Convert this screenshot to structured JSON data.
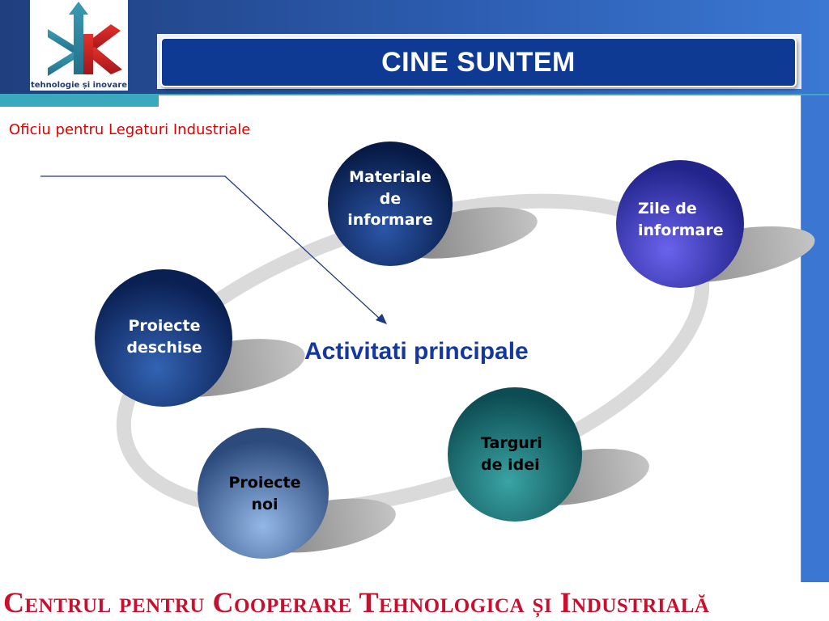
{
  "logo": {
    "caption": "tehnologie și inovare"
  },
  "slide": {
    "title": "CINE SUNTEM",
    "subtitle": "Oficiu pentru Legaturi Industriale",
    "center_label": "Activitati principale",
    "footer": "Centrul pentru Cooperare Tehnologica și Industrială"
  },
  "diagram": {
    "nodes": [
      {
        "id": "materiale",
        "line1": "Materiale",
        "line2": "de",
        "line3": "informare"
      },
      {
        "id": "zile",
        "line1": "Zile de",
        "line2": "informare"
      },
      {
        "id": "proiecte-deschise",
        "line1": "Proiecte",
        "line2": "deschise"
      },
      {
        "id": "targuri",
        "line1": "Targuri",
        "line2": "de idei"
      },
      {
        "id": "proiecte-noi",
        "line1": "Proiecte",
        "line2": "noi"
      }
    ]
  },
  "colors": {
    "title_bar": "#0f3a94",
    "header_band": "#2c5cb0",
    "accent_teal": "#3aa9bd",
    "subtitle": "#e00000",
    "center_label": "#1438a0",
    "footer": "#c8102e"
  },
  "icons": {
    "logo": "ck-logo-icon",
    "connector": "arrow-icon"
  }
}
